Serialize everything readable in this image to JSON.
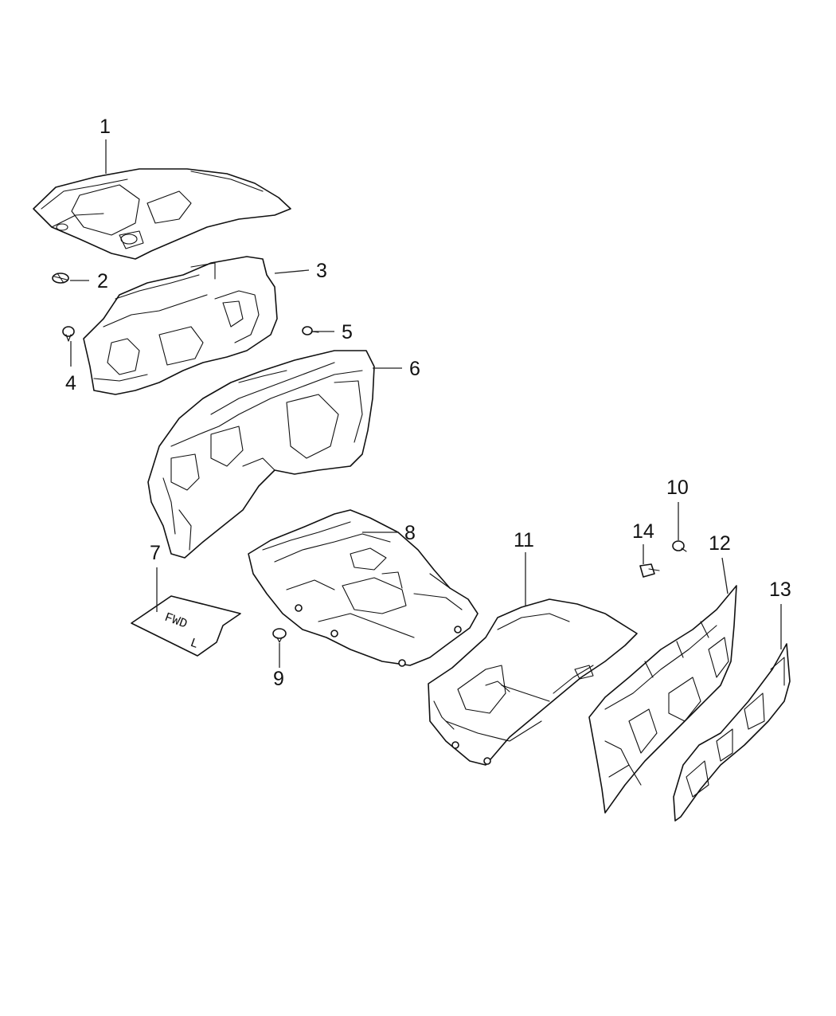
{
  "diagram": {
    "callouts": {
      "c1": "1",
      "c2": "2",
      "c3": "3",
      "c4": "4",
      "c5": "5",
      "c6": "6",
      "c7": "7",
      "c8": "8",
      "c9": "9",
      "c10": "10",
      "c11": "11",
      "c12": "12",
      "c13": "13",
      "c14": "14"
    },
    "part_labels": {
      "fwd": "FWD",
      "l": "L"
    }
  }
}
